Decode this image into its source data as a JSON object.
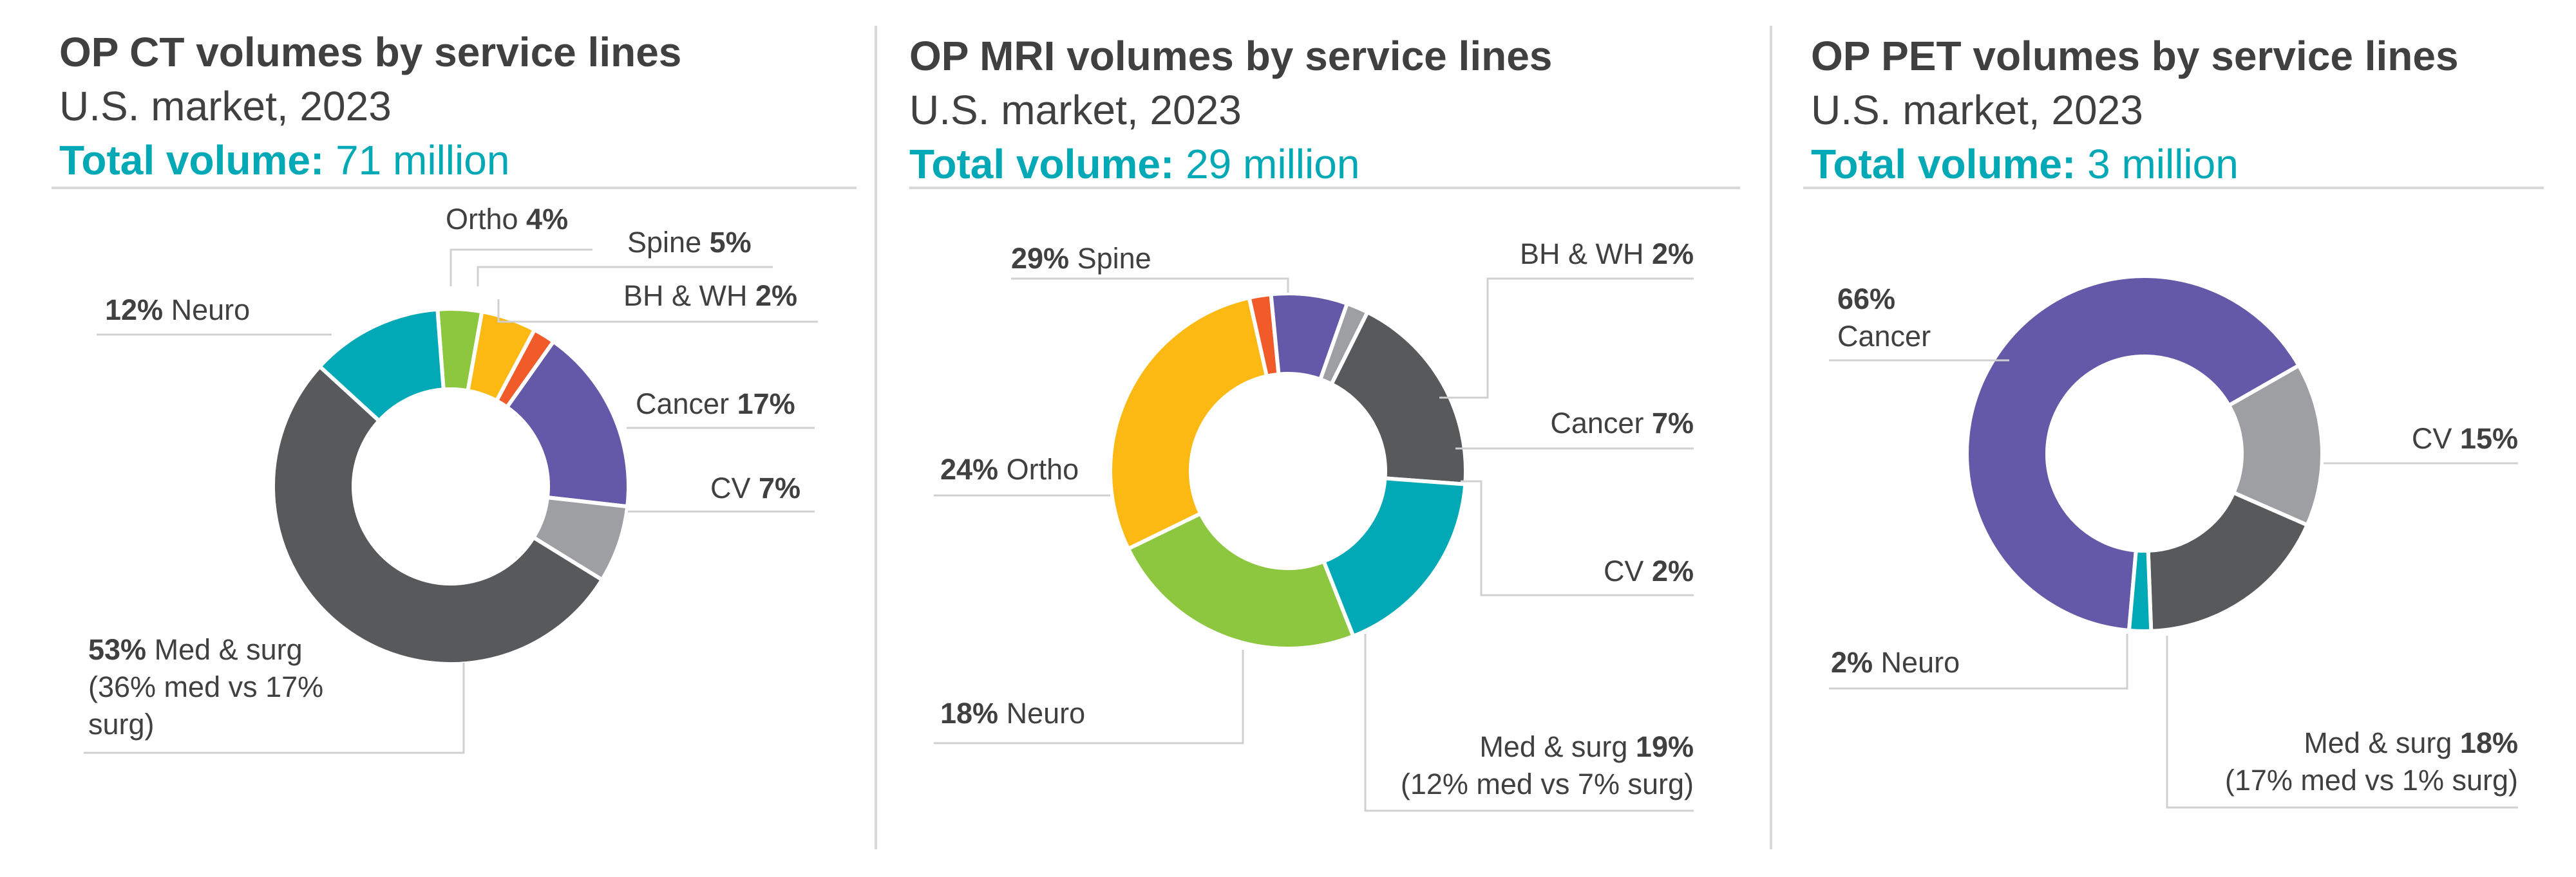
{
  "chart_data": [
    {
      "type": "pie",
      "title": "OP CT volumes by service lines",
      "subtitle": "U.S. market, 2023",
      "total_label": "Total volume:",
      "total_value": "71 million",
      "slices": [
        {
          "name": "Ortho",
          "value": 4,
          "color": "#8dc63f"
        },
        {
          "name": "Spine",
          "value": 5,
          "color": "#fdb913"
        },
        {
          "name": "BH & WH",
          "value": 2,
          "color": "#f15a29"
        },
        {
          "name": "Cancer",
          "value": 17,
          "color": "#6459a8"
        },
        {
          "name": "CV",
          "value": 7,
          "color": "#9d9fa2"
        },
        {
          "name": "Med & surg",
          "value": 53,
          "color": "#58595b",
          "note": "(36% med vs 17%",
          "note2": "surg)"
        },
        {
          "name": "Neuro",
          "value": 12,
          "color": "#00a9b5"
        }
      ]
    },
    {
      "type": "pie",
      "title": "OP MRI volumes by service lines",
      "subtitle": "U.S. market, 2023",
      "total_label": "Total volume:",
      "total_value": "29 million",
      "slices": [
        {
          "name": "Spine",
          "value": 29,
          "color": "#fdb913"
        },
        {
          "name": "BH & WH",
          "value": 2,
          "color": "#f15a29"
        },
        {
          "name": "Cancer",
          "value": 7,
          "color": "#6459a8"
        },
        {
          "name": "CV",
          "value": 2,
          "color": "#9d9fa2"
        },
        {
          "name": "Med & surg",
          "value": 19,
          "color": "#58595b",
          "note": "(12% med vs 7% surg)"
        },
        {
          "name": "Neuro",
          "value": 18,
          "color": "#00a9b5"
        },
        {
          "name": "Ortho",
          "value": 24,
          "color": "#8dc63f"
        }
      ]
    },
    {
      "type": "pie",
      "title": "OP PET volumes by service lines",
      "subtitle": "U.S. market, 2023",
      "total_label": "Total volume:",
      "total_value": "3 million",
      "slices": [
        {
          "name": "Cancer",
          "value": 66,
          "color": "#6459a8"
        },
        {
          "name": "CV",
          "value": 15,
          "color": "#9d9fa2"
        },
        {
          "name": "Med & surg",
          "value": 18,
          "color": "#58595b",
          "note": "(17% med vs 1% surg)"
        },
        {
          "name": "Neuro",
          "value": 2,
          "color": "#00a9b5"
        }
      ]
    }
  ]
}
